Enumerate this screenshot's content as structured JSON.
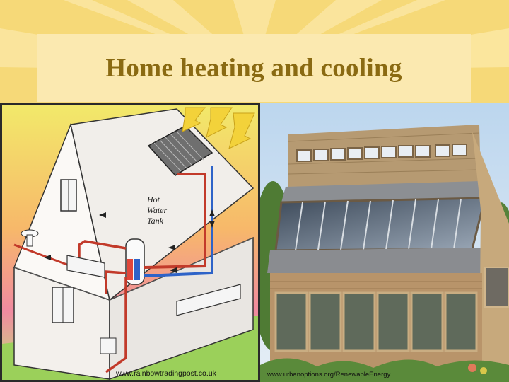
{
  "slide": {
    "title": "Home heating and cooling"
  },
  "left_image": {
    "labels": [
      "Hot",
      "Water",
      "Tank"
    ],
    "caption": "www.rainbowtradingpost.co.uk"
  },
  "right_image": {
    "caption": "www.urbanoptions.org/RenewableEnergy"
  },
  "colors": {
    "background": "#f6d978",
    "title_panel": "#fbe9b0",
    "title_text": "#8a6a12"
  }
}
